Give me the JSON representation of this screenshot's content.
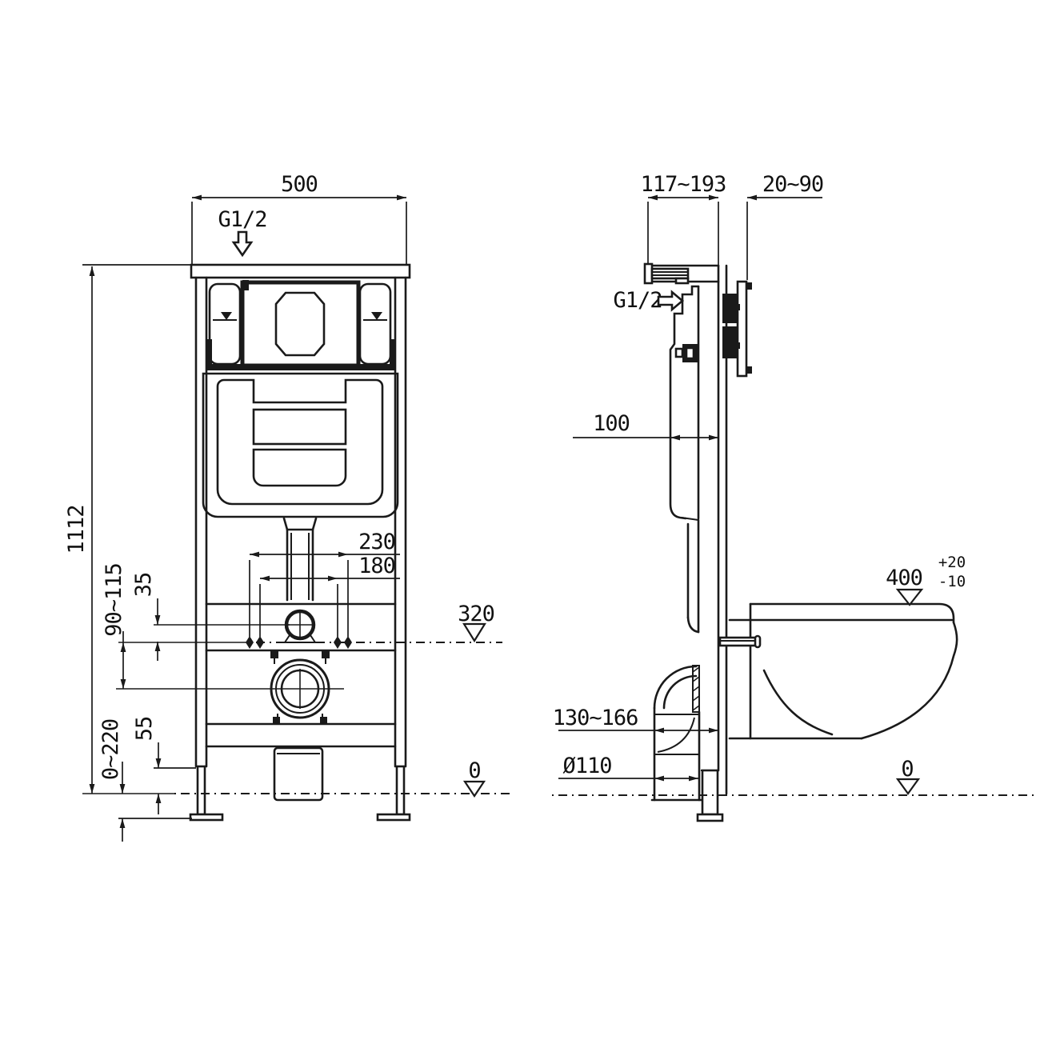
{
  "front_view": {
    "width": "500",
    "inlet": "G1/2",
    "height": "1112",
    "spacing_outer": "230",
    "spacing_inner": "180",
    "outlet_height_range": "90~115",
    "inlet_offset": "35",
    "button_level": "320",
    "leg_adjust_range": "0~220",
    "bar_height": "55",
    "floor": "0"
  },
  "side_view": {
    "bracket_depth_range": "117~193",
    "wall_gap_range": "20~90",
    "inlet": "G1/2",
    "cistern_depth": "100",
    "bowl_height": "400",
    "bowl_tol_plus": "+20",
    "bowl_tol_minus": "-10",
    "outlet_distance_range": "130~166",
    "drain_diameter": "Ø110",
    "floor": "0"
  }
}
